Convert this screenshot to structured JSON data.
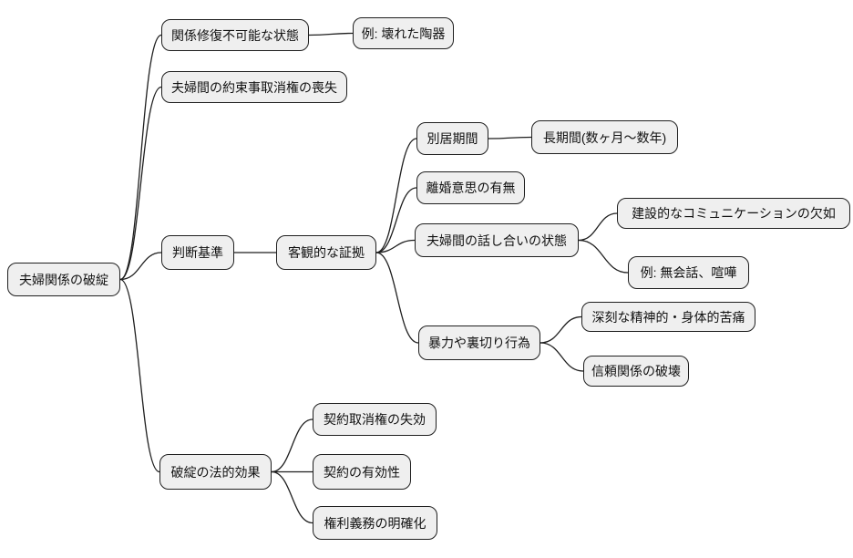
{
  "diagram_type": "mindmap",
  "colors": {
    "background": "#ffffff",
    "node_fill": "#efefef",
    "node_border": "#1f1f1f",
    "edge": "#1f1f1f",
    "text": "#111111"
  },
  "mindmap": {
    "root": {
      "label": "夫婦関係の破綻",
      "children": [
        {
          "label": "関係修復不可能な状態",
          "children": [
            {
              "label": "例: 壊れた陶器"
            }
          ]
        },
        {
          "label": "夫婦間の約束事取消権の喪失"
        },
        {
          "label": "判断基準",
          "children": [
            {
              "label": "客観的な証拠",
              "children": [
                {
                  "label": "別居期間",
                  "children": [
                    {
                      "label": "長期間(数ヶ月〜数年)"
                    }
                  ]
                },
                {
                  "label": "離婚意思の有無"
                },
                {
                  "label": "夫婦間の話し合いの状態",
                  "children": [
                    {
                      "label": "建設的なコミュニケーションの欠如"
                    },
                    {
                      "label": "例: 無会話、喧嘩"
                    }
                  ]
                },
                {
                  "label": "暴力や裏切り行為",
                  "children": [
                    {
                      "label": "深刻な精神的・身体的苦痛"
                    },
                    {
                      "label": "信頼関係の破壊"
                    }
                  ]
                }
              ]
            }
          ]
        },
        {
          "label": "破綻の法的効果",
          "children": [
            {
              "label": "契約取消権の失効"
            },
            {
              "label": "契約の有効性"
            },
            {
              "label": "権利義務の明確化"
            }
          ]
        }
      ]
    }
  }
}
